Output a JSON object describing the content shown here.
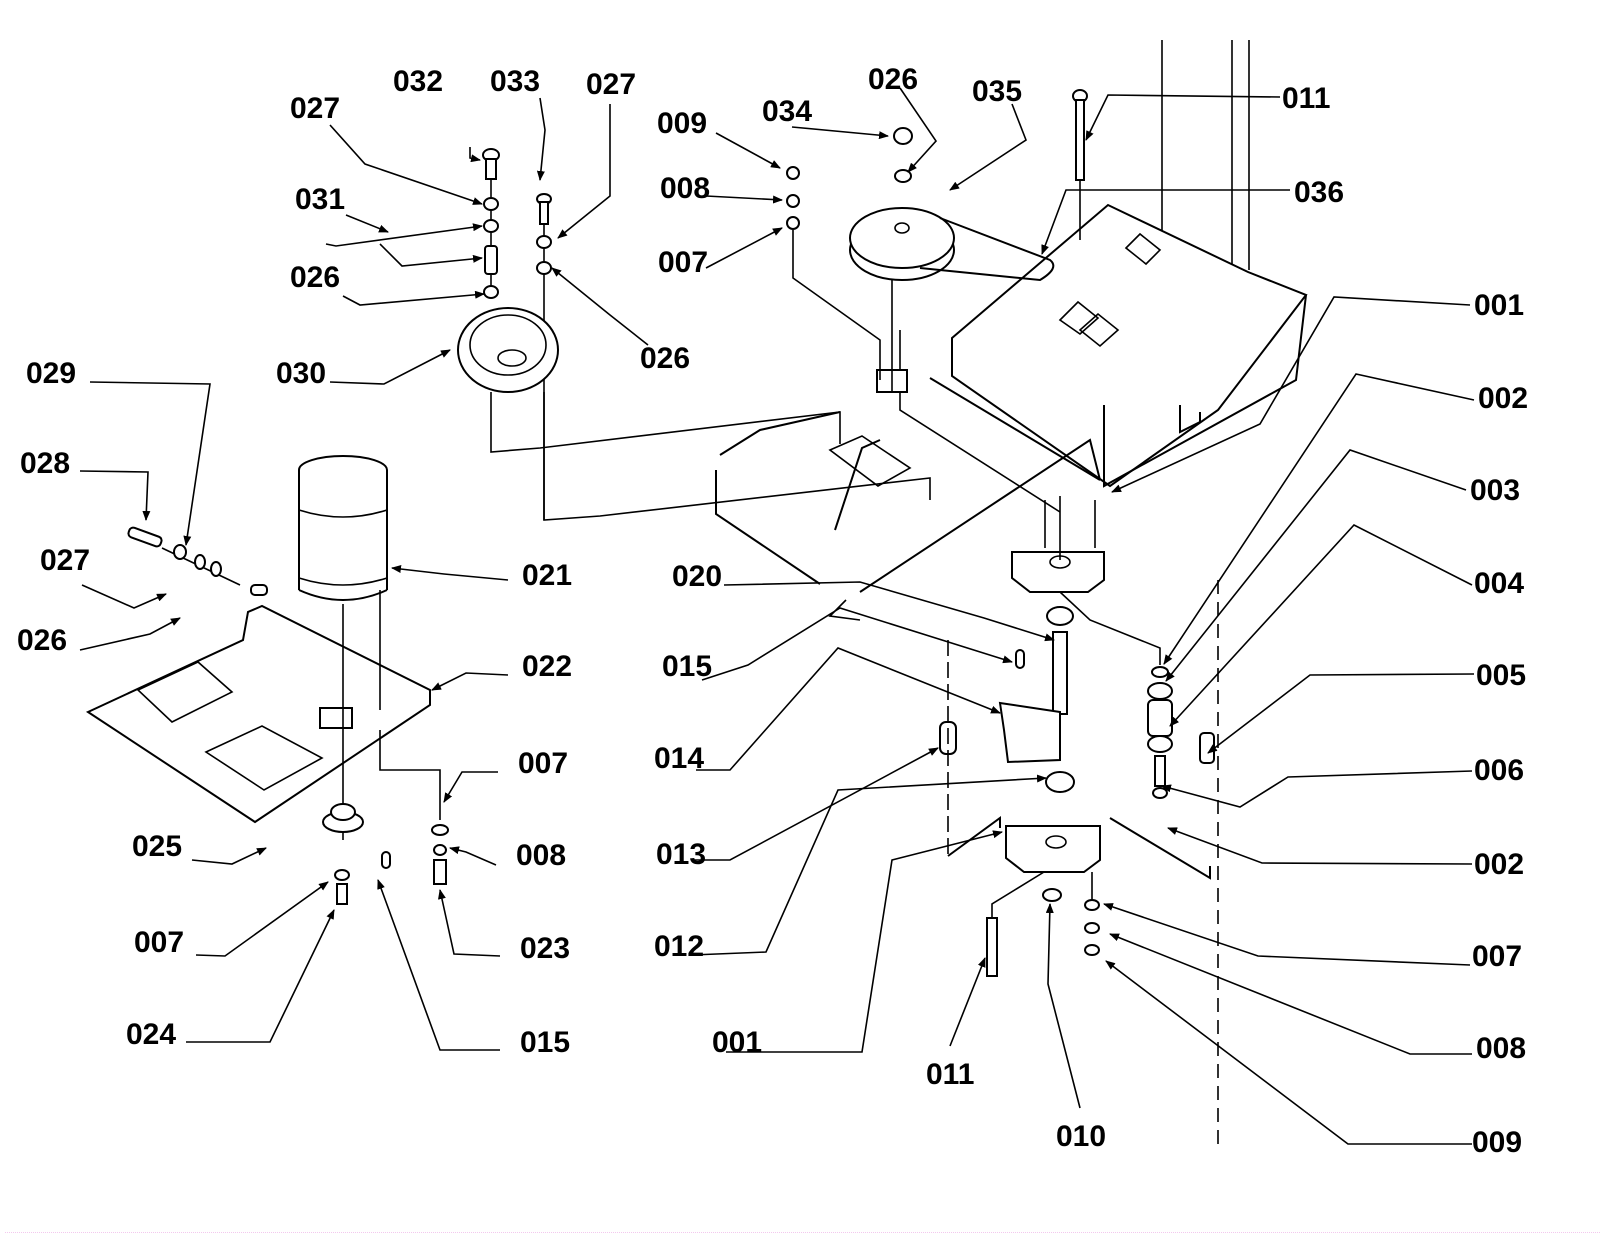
{
  "diagram": {
    "type": "exploded-parts-diagram",
    "title": "",
    "labels": [
      {
        "id": "l-032",
        "text": "032"
      },
      {
        "id": "l-033",
        "text": "033"
      },
      {
        "id": "l-027a",
        "text": "027"
      },
      {
        "id": "l-027b",
        "text": "027"
      },
      {
        "id": "l-031",
        "text": "031"
      },
      {
        "id": "l-026a",
        "text": "026"
      },
      {
        "id": "l-026b",
        "text": "026"
      },
      {
        "id": "l-030",
        "text": "030"
      },
      {
        "id": "l-029",
        "text": "029"
      },
      {
        "id": "l-028",
        "text": "028"
      },
      {
        "id": "l-027c",
        "text": "027"
      },
      {
        "id": "l-026c",
        "text": "026"
      },
      {
        "id": "l-021",
        "text": "021"
      },
      {
        "id": "l-022",
        "text": "022"
      },
      {
        "id": "l-007a",
        "text": "007"
      },
      {
        "id": "l-008a",
        "text": "008"
      },
      {
        "id": "l-025",
        "text": "025"
      },
      {
        "id": "l-007b",
        "text": "007"
      },
      {
        "id": "l-023",
        "text": "023"
      },
      {
        "id": "l-024",
        "text": "024"
      },
      {
        "id": "l-015a",
        "text": "015"
      },
      {
        "id": "l-009a",
        "text": "009"
      },
      {
        "id": "l-008b",
        "text": "008"
      },
      {
        "id": "l-007c",
        "text": "007"
      },
      {
        "id": "l-034",
        "text": "034"
      },
      {
        "id": "l-026d",
        "text": "026"
      },
      {
        "id": "l-035",
        "text": "035"
      },
      {
        "id": "l-011a",
        "text": "011"
      },
      {
        "id": "l-036",
        "text": "036"
      },
      {
        "id": "l-001a",
        "text": "001"
      },
      {
        "id": "l-002a",
        "text": "002"
      },
      {
        "id": "l-003",
        "text": "003"
      },
      {
        "id": "l-004",
        "text": "004"
      },
      {
        "id": "l-005",
        "text": "005"
      },
      {
        "id": "l-006",
        "text": "006"
      },
      {
        "id": "l-002b",
        "text": "002"
      },
      {
        "id": "l-007d",
        "text": "007"
      },
      {
        "id": "l-008c",
        "text": "008"
      },
      {
        "id": "l-009b",
        "text": "009"
      },
      {
        "id": "l-020",
        "text": "020"
      },
      {
        "id": "l-015b",
        "text": "015"
      },
      {
        "id": "l-014",
        "text": "014"
      },
      {
        "id": "l-013",
        "text": "013"
      },
      {
        "id": "l-012",
        "text": "012"
      },
      {
        "id": "l-001b",
        "text": "001"
      },
      {
        "id": "l-011b",
        "text": "011"
      },
      {
        "id": "l-010",
        "text": "010"
      }
    ]
  }
}
